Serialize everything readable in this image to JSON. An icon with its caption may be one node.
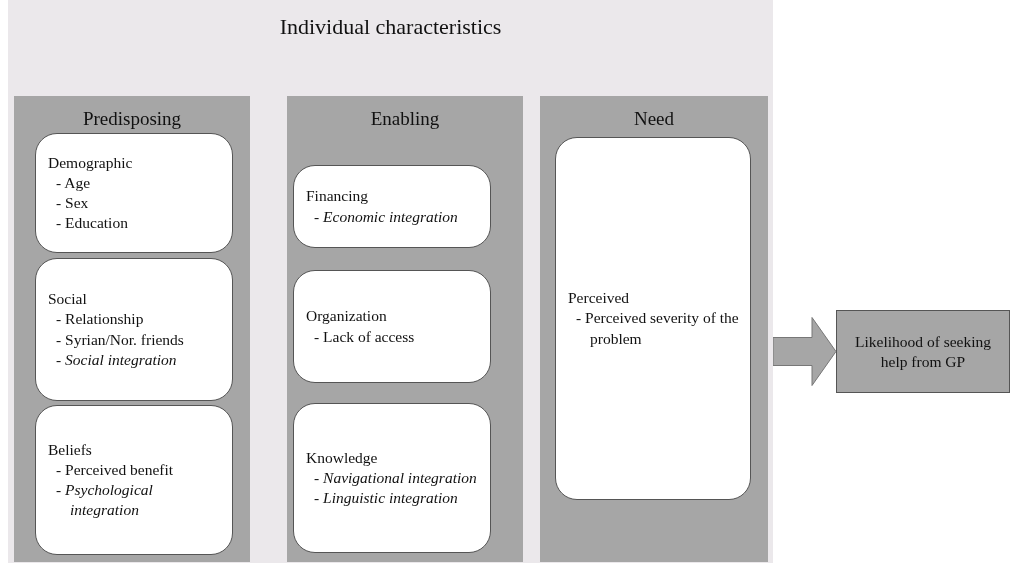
{
  "diagram": {
    "nodes": [
      {
        "text": [
          "Individual characteristics"
        ]
      },
      {
        "text": [
          "Predisposing"
        ],
        "in": 0
      },
      {
        "text": [
          "Demographic",
          "- Age",
          "- Sex",
          "- Education"
        ],
        "in": 1
      },
      {
        "text": [
          "Social",
          "- Relationship",
          "- Syrian/Nor. friends",
          "- *Social integration*"
        ],
        "in": 1
      },
      {
        "text": [
          "Beliefs",
          "- Perceived benefit",
          "- *Psychological integration*"
        ],
        "in": 1
      },
      {
        "text": [
          "Enabling"
        ],
        "in": 0
      },
      {
        "text": [
          "Financing",
          "- *Economic integration*"
        ],
        "in": 5
      },
      {
        "text": [
          "Organization",
          "- Lack of access"
        ],
        "in": 5
      },
      {
        "text": [
          "Knowledge",
          "- *Navigational integration*",
          "- *Linguistic integration*"
        ],
        "in": 5
      },
      {
        "text": [
          "Need"
        ],
        "in": 0
      },
      {
        "text": [
          "Perceived",
          "- Perceived severity of the problem"
        ],
        "in": 9
      },
      {
        "text": [
          "Likelihood of seeking help from GP"
        ]
      }
    ],
    "edges": [
      {
        "from": 0,
        "to": 11,
        "arrow": "to",
        "style": "thick"
      }
    ]
  }
}
